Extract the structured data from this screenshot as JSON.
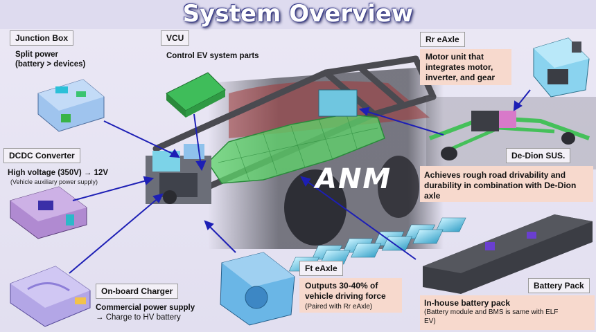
{
  "title": "System Overview",
  "logo": "ANM",
  "junction_box": {
    "label": "Junction Box",
    "desc_line1": "Split power",
    "desc_line2": "(battery > devices)"
  },
  "vcu": {
    "label": "VCU",
    "desc": "Control EV system parts"
  },
  "rr_eaxle": {
    "label": "Rr eAxle",
    "desc_line1": "Motor unit that",
    "desc_line2": "integrates motor,",
    "desc_line3": "inverter, and gear"
  },
  "dcdc": {
    "label": "DCDC Converter",
    "desc": "High voltage (350V) → 12V",
    "sub": "(Vehicle auxiliary power supply)"
  },
  "de_dion": {
    "label": "De-Dion SUS.",
    "desc_line1": "Achieves rough road drivability and",
    "desc_line2": "durability in combination with De-Dion",
    "desc_line3": "axle"
  },
  "charger": {
    "label": "On-board Charger",
    "desc_line1": "Commercial power supply",
    "desc_line2": "→ Charge to HV battery"
  },
  "ft_eaxle": {
    "label": "Ft eAxle",
    "desc_line1": "Outputs 30-40% of",
    "desc_line2": "vehicle driving force",
    "sub": "(Paired with Rr eAxle)"
  },
  "battery": {
    "label": "Battery Pack",
    "desc": "In-house battery pack",
    "sub_line1": "(Battery module and BMS is same with ELF",
    "sub_line2": "EV)"
  },
  "colors": {
    "arrow": "#1d1fb5",
    "pink_box": "#f7d9cd",
    "title_outline": "#3a3d8a",
    "battery_green": "#5ed66a",
    "frame": "#4a4a50"
  }
}
